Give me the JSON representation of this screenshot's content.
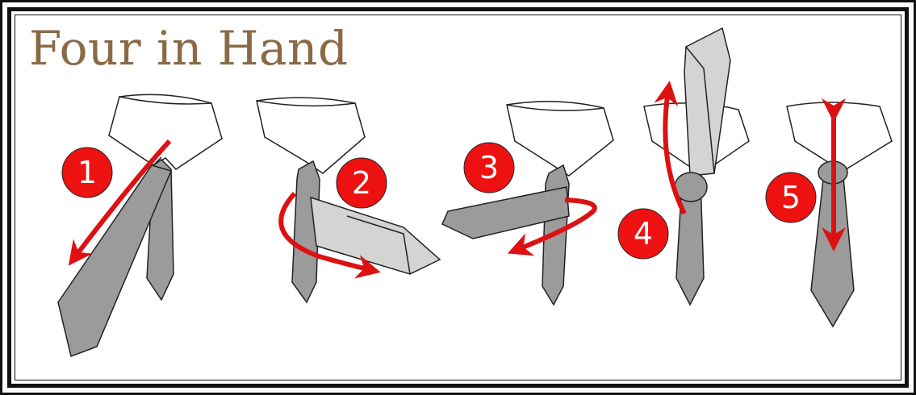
{
  "title": "Four in Hand",
  "colors": {
    "title": "#8a6a45",
    "badge": "#ee1111",
    "arrow": "#dd1111",
    "tie_dark": "#9b9b9b",
    "tie_light": "#d4d4d4",
    "collar": "#ffffff",
    "outline": "#222222"
  },
  "steps": [
    {
      "number": "1"
    },
    {
      "number": "2"
    },
    {
      "number": "3"
    },
    {
      "number": "4"
    },
    {
      "number": "5"
    }
  ]
}
